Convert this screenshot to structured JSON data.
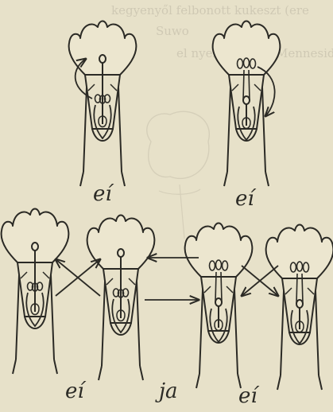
{
  "page": {
    "background": "#e7e1c9",
    "ink": "#2b2a25",
    "bleed_through_color": "#bdb6a3",
    "bleed_text_line_1": "kegyenyől felbonott kukeszt (ere",
    "bleed_text_line_2": "Suwo",
    "bleed_text_line_3": "el nyelése: Niks Mennesid"
  },
  "diagram": {
    "top_row": [
      {
        "id": "flower-a",
        "style": "pin",
        "label": "eí"
      },
      {
        "id": "flower-b",
        "style": "thrum",
        "label": "eí"
      }
    ],
    "bottom_row": [
      {
        "id": "flower-c",
        "style": "pin"
      },
      {
        "id": "flower-d",
        "style": "pin"
      },
      {
        "id": "flower-e",
        "style": "thrum"
      },
      {
        "id": "flower-f",
        "style": "thrum"
      }
    ],
    "bottom_labels": [
      "eí",
      "ja",
      "eí"
    ],
    "arrows": [
      {
        "id": "arrow-c-to-d",
        "from": "flower-c",
        "to": "flower-d",
        "type": "cross-diagonal"
      },
      {
        "id": "arrow-d-to-c",
        "from": "flower-d",
        "to": "flower-c",
        "type": "cross-diagonal"
      },
      {
        "id": "arrow-e-to-d",
        "from": "flower-e",
        "to": "flower-d",
        "type": "horizontal"
      },
      {
        "id": "arrow-d-to-e",
        "from": "flower-d",
        "to": "flower-e",
        "type": "horizontal"
      },
      {
        "id": "arrow-e-to-f",
        "from": "flower-e",
        "to": "flower-f",
        "type": "cross-diagonal"
      },
      {
        "id": "arrow-f-to-e",
        "from": "flower-f",
        "to": "flower-e",
        "type": "cross-diagonal"
      }
    ]
  }
}
